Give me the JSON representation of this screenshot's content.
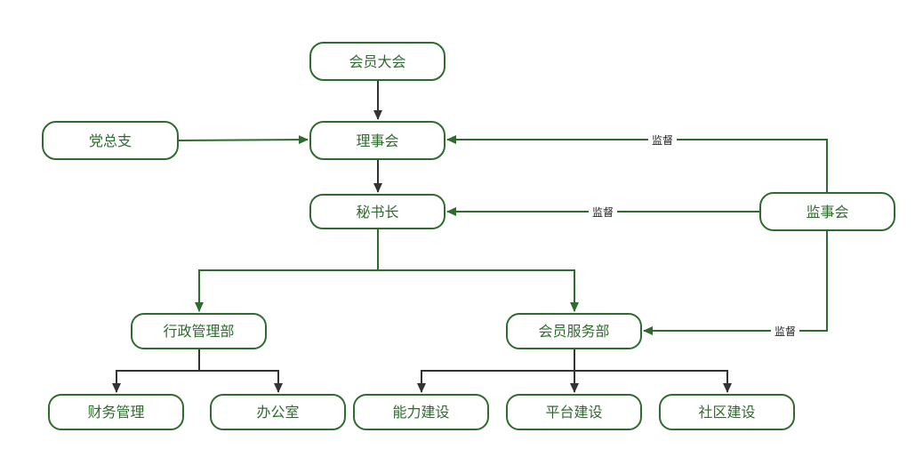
{
  "nodes": {
    "general_assembly": "会员大会",
    "party_branch": "党总支",
    "council": "理事会",
    "secretary_general": "秘书长",
    "supervisory_board": "监事会",
    "admin_dept": "行政管理部",
    "member_service_dept": "会员服务部",
    "finance": "财务管理",
    "office": "办公室",
    "capacity_building": "能力建设",
    "platform_building": "平台建设",
    "community_building": "社区建设"
  },
  "edge_labels": {
    "supervise_council": "监督",
    "supervise_secretary": "监督",
    "supervise_member_service": "监督"
  },
  "colors": {
    "node_border": "#2e6b2e",
    "node_text": "#2e6b2e",
    "green_edge": "#2e6b2e",
    "dark_edge": "#333333"
  }
}
